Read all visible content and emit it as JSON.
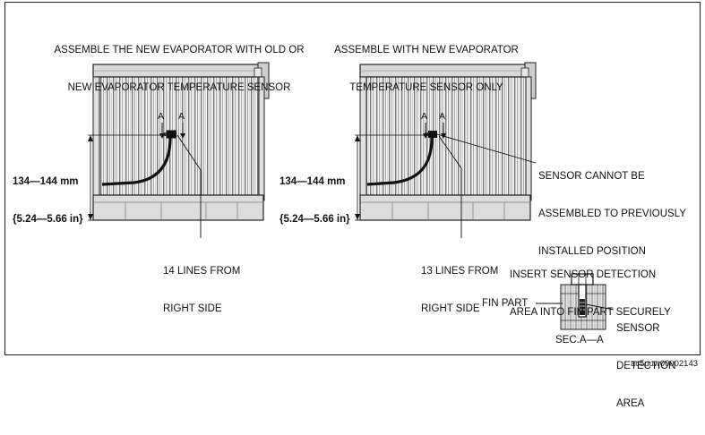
{
  "left_panel": {
    "title_line1": "ASSEMBLE THE NEW EVAPORATOR WITH OLD OR",
    "title_line2": "NEW EVAPORATOR TEMPERATURE SENSOR",
    "dimension_line1": "134—144 mm",
    "dimension_line2": "{5.24—5.66 in}",
    "section_mark": "A",
    "lines_label_line1": "14 LINES FROM",
    "lines_label_line2": "RIGHT SIDE"
  },
  "right_panel": {
    "title_line1": "ASSEMBLE WITH NEW EVAPORATOR",
    "title_line2": "TEMPERATURE SENSOR ONLY",
    "dimension_line1": "134—144 mm",
    "dimension_line2": "{5.24—5.66 in}",
    "section_mark": "A",
    "lines_label_line1": "13 LINES FROM",
    "lines_label_line2": "RIGHT SIDE",
    "warning_line1": "SENSOR CANNOT BE",
    "warning_line2": "ASSEMBLED TO PREVIOUSLY",
    "warning_line3": "INSTALLED POSITION"
  },
  "detail": {
    "instruction_line1": "INSERT SENSOR DETECTION",
    "instruction_line2": "AREA INTO FIN PART SECURELY",
    "fin_part_label": "FIN PART",
    "sensor_label_line1": "SENSOR",
    "sensor_label_line2": "DETECTION",
    "sensor_label_line3": "AREA",
    "section_label": "SEC.A—A"
  },
  "figure_id": "ac5uuw00002143"
}
